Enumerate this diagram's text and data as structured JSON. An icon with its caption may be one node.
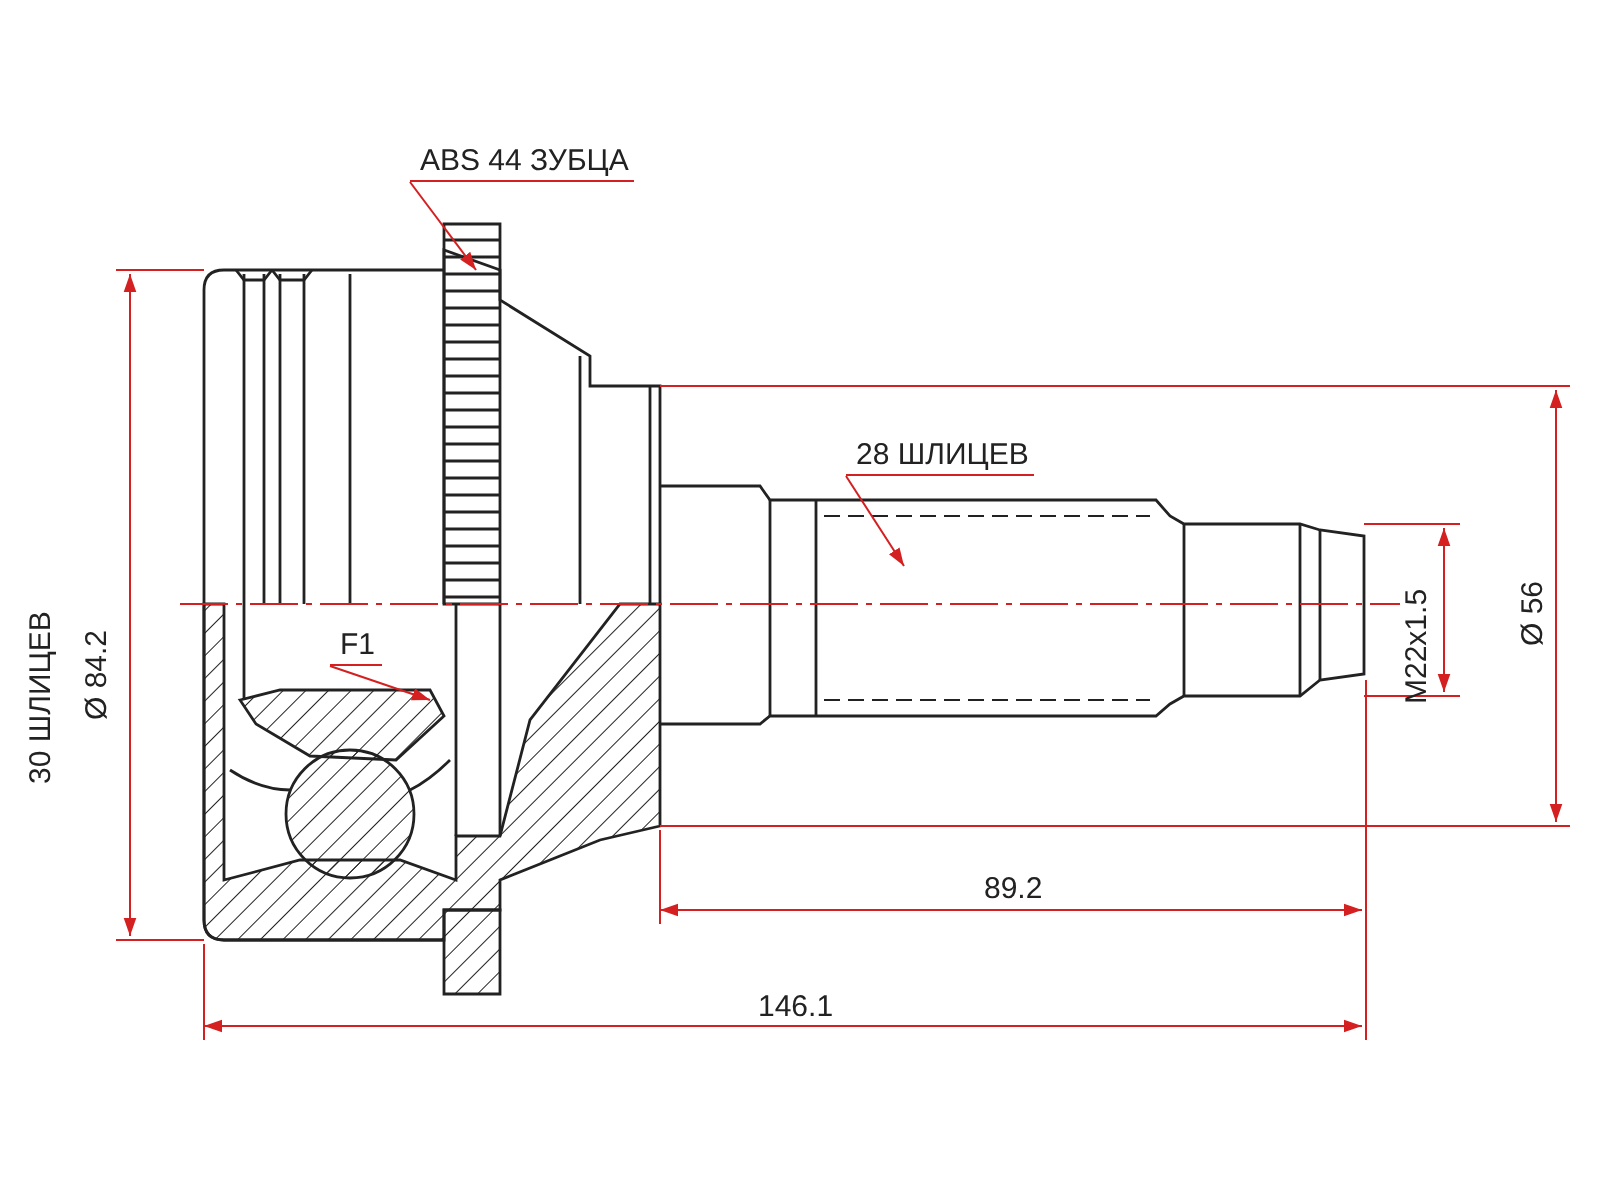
{
  "diagram": {
    "nodes": [
      {
        "text": [
          "ABS 44 ЗУБЦА"
        ]
      },
      {
        "text": [
          "28 ШЛИЦЕВ"
        ]
      },
      {
        "text": [
          "F1"
        ]
      }
    ],
    "edges": [
      {
        "from": 0,
        "to": null,
        "arrow": "to"
      },
      {
        "from": 1,
        "to": null,
        "arrow": "to"
      },
      {
        "from": 2,
        "to": null,
        "arrow": "to"
      }
    ],
    "labels": [
      "30 ШЛИЦЕВ",
      "Ø 84.2",
      "M22x1.5",
      "Ø 56",
      "89.2",
      "146.1"
    ]
  }
}
